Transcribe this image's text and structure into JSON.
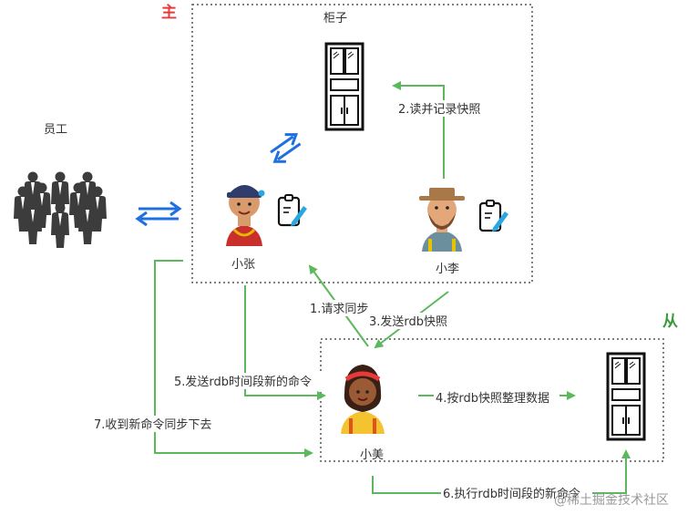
{
  "colors": {
    "master_tag": "#e83a3a",
    "slave_tag": "#3a9a3a",
    "flow_arrow": "#5cb85c",
    "swap_arrow": "#1f6fe0",
    "box_border": "#555555"
  },
  "master": {
    "tag": "主",
    "cabinet_label": "柜子",
    "person_a": "小张",
    "person_b": "小李"
  },
  "slave": {
    "tag": "从",
    "person": "小美"
  },
  "employees": {
    "label": "员工"
  },
  "steps": {
    "s1": "1.请求同步",
    "s2": "2.读并记录快照",
    "s3": "3.发送rdb快照",
    "s4": "4.按rdb快照整理数据",
    "s5": "5.发送rdb时间段新的命令",
    "s6": "6.执行rdb时间段的新命令",
    "s7": "7.收到新命令同步下去"
  },
  "icons": {
    "cabinet": "cabinet-icon",
    "employees": "people-group-icon",
    "person_a": "rapper-avatar-icon",
    "person_b": "farmer-avatar-icon",
    "person_c": "girl-avatar-icon",
    "clipboard": "clipboard-icon",
    "swap": "swap-arrows-icon"
  },
  "watermark": "@稀土掘金技术社区"
}
